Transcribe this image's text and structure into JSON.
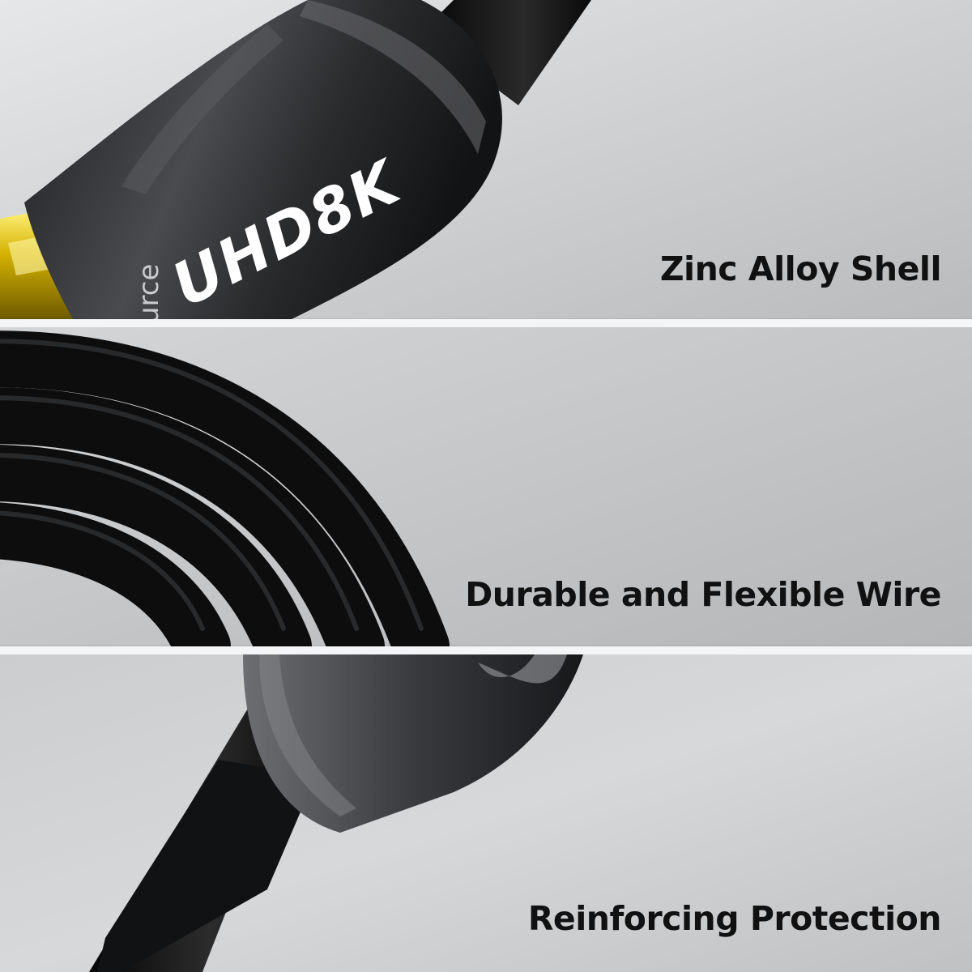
{
  "panels": [
    {
      "caption": "Zinc Alloy Shell"
    },
    {
      "caption": "Durable and Flexible Wire"
    },
    {
      "caption": "Reinforcing Protection"
    }
  ],
  "brand_mark": "UHD8K",
  "shell_partial_text": "urce",
  "colors": {
    "background": "#c8cacc",
    "divider": "#f4f5f6",
    "caption": "#111111",
    "shell": "#2a2b2d",
    "cable": "#111213",
    "gold": "#d4b200"
  }
}
